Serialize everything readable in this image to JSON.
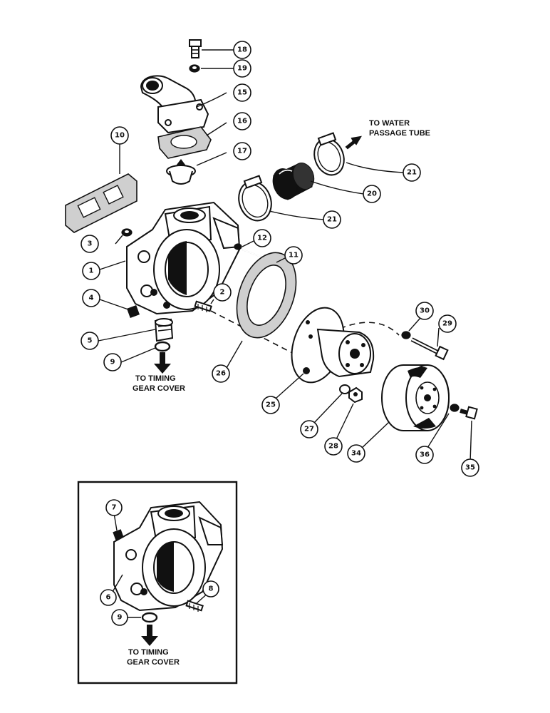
{
  "callouts": [
    {
      "id": "c18",
      "label": "18"
    },
    {
      "id": "c19",
      "label": "19"
    },
    {
      "id": "c15",
      "label": "15"
    },
    {
      "id": "c16",
      "label": "16"
    },
    {
      "id": "c17",
      "label": "17"
    },
    {
      "id": "c10",
      "label": "10"
    },
    {
      "id": "c21a",
      "label": "21"
    },
    {
      "id": "c20",
      "label": "20"
    },
    {
      "id": "c21b",
      "label": "21"
    },
    {
      "id": "c12",
      "label": "12"
    },
    {
      "id": "c11",
      "label": "11"
    },
    {
      "id": "c3",
      "label": "3"
    },
    {
      "id": "c1",
      "label": "1"
    },
    {
      "id": "c2",
      "label": "2"
    },
    {
      "id": "c4",
      "label": "4"
    },
    {
      "id": "c5",
      "label": "5"
    },
    {
      "id": "c9",
      "label": "9"
    },
    {
      "id": "c26",
      "label": "26"
    },
    {
      "id": "c30",
      "label": "30"
    },
    {
      "id": "c29",
      "label": "29"
    },
    {
      "id": "c25",
      "label": "25"
    },
    {
      "id": "c27",
      "label": "27"
    },
    {
      "id": "c28",
      "label": "28"
    },
    {
      "id": "c34",
      "label": "34"
    },
    {
      "id": "c36",
      "label": "36"
    },
    {
      "id": "c35",
      "label": "35"
    },
    {
      "id": "c7",
      "label": "7"
    },
    {
      "id": "c6",
      "label": "6"
    },
    {
      "id": "c8",
      "label": "8"
    },
    {
      "id": "c9b",
      "label": "9"
    }
  ],
  "notes": {
    "water_passage_line1": "TO WATER",
    "water_passage_line2": "PASSAGE TUBE",
    "timing_cover_line1": "TO TIMING",
    "timing_cover_line2": "GEAR COVER",
    "inset_timing_line1": "TO TIMING",
    "inset_timing_line2": "GEAR COVER"
  }
}
